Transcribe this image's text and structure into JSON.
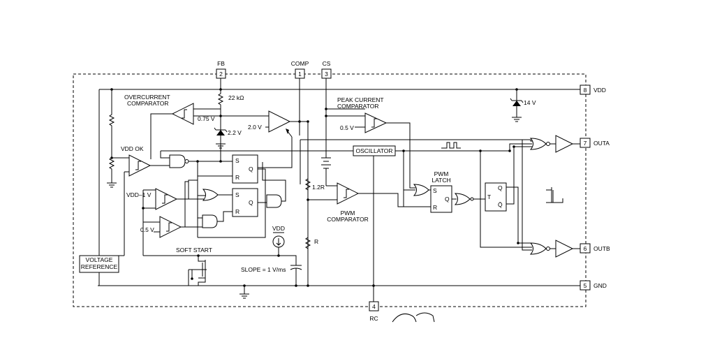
{
  "pins": {
    "fb": {
      "name": "FB",
      "num": "2"
    },
    "comp": {
      "name": "COMP",
      "num": "1"
    },
    "cs": {
      "name": "CS",
      "num": "3"
    },
    "vdd": {
      "name": "VDD",
      "num": "8"
    },
    "outa": {
      "name": "OUTA",
      "num": "7"
    },
    "outb": {
      "name": "OUTB",
      "num": "6"
    },
    "gnd": {
      "name": "GND",
      "num": "5"
    },
    "rc": {
      "name": "RC",
      "num": "4"
    }
  },
  "labels": {
    "overcurrent_line1": "OVERCURRENT",
    "overcurrent_line2": "COMPARATOR",
    "peak_line1": "PEAK CURRENT",
    "peak_line2": "COMPARATOR",
    "resistor_22k": "22 kΩ",
    "v075": "0.75 V",
    "v22": "2.2 V",
    "v20": "2.0 V",
    "v05_peak": "0.5 V",
    "zener_14v": "14 V",
    "vdd_ok": "VDD OK",
    "oscillator": "OSCILLATOR",
    "r12": "1.2R",
    "r": "R",
    "pwm_comp_line1": "PWM",
    "pwm_comp_line2": "COMPARATOR",
    "pwm_latch_line1": "PWM",
    "pwm_latch_line2": "LATCH",
    "vdd1": "VDD–1 V",
    "v05_soft": "0.5 V",
    "vdd_source": "VDD",
    "soft_start": "SOFT START",
    "slope": "SLOPE = 1 V/ms",
    "vref_line1": "VOLTAGE",
    "vref_line2": "REFERENCE",
    "ff1_s": "S",
    "ff1_r": "R",
    "ff1_q": "Q",
    "ff2_s": "S",
    "ff2_r": "R",
    "ff2_q": "Q",
    "latch_s": "S",
    "latch_r": "R",
    "latch_q": "Q",
    "toggle_t": "T",
    "toggle_q": "Q",
    "toggle_qbar": "Q̄"
  }
}
